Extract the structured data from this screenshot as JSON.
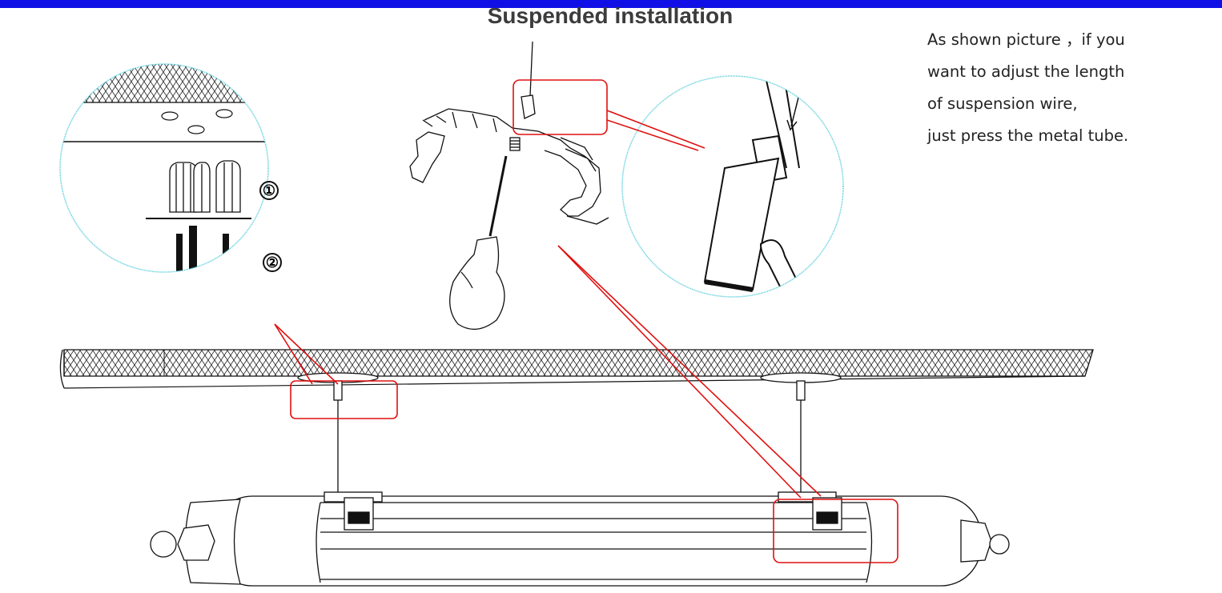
{
  "title": "Suspended installation",
  "note": {
    "lines": [
      "As shown picture ，if you",
      "want to adjust the length",
      "of suspension wire,",
      "just press the metal tube."
    ]
  },
  "step_labels": [
    "①",
    "②"
  ],
  "colors": {
    "top_bar": "#1010e6",
    "highlight": "#e01010",
    "detail_circle": "#45c8d8",
    "line_art": "#111111"
  }
}
